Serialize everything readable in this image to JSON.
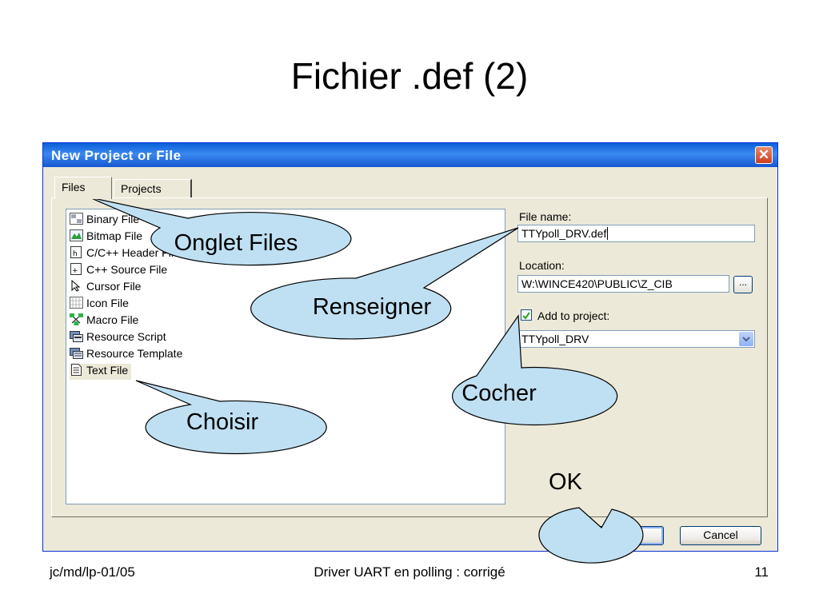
{
  "slide": {
    "title": "Fichier .def (2)",
    "footer_left": "jc/md/lp-01/05",
    "footer_center": "Driver UART en polling : corrigé",
    "footer_right": "11"
  },
  "dialog": {
    "title": "New Project or File",
    "close_label": "✕",
    "tabs": [
      "Files",
      "Projects"
    ],
    "file_types": [
      "Binary File",
      "Bitmap File",
      "C/C++ Header File",
      "C++ Source File",
      "Cursor File",
      "Icon File",
      "Macro File",
      "Resource Script",
      "Resource Template",
      "Text File"
    ],
    "file_name_label": "File name:",
    "file_name_value": "TTYpoll_DRV.def",
    "location_label": "Location:",
    "location_value": "W:\\WINCE420\\PUBLIC\\Z_CIB",
    "browse_label": "...",
    "add_to_project_label": "Add to project:",
    "add_to_project_checked": true,
    "project_value": "TTYpoll_DRV",
    "ok_label": "OK",
    "cancel_label": "Cancel"
  },
  "callouts": {
    "onglet_files": "Onglet Files",
    "renseigner": "Renseigner",
    "choisir": "Choisir",
    "cocher": "Cocher",
    "ok": "OK"
  },
  "colors": {
    "callout_fill": "#BFE0F2",
    "titlebar": "#0A5FD8",
    "dialog_bg": "#ECE9D8"
  }
}
